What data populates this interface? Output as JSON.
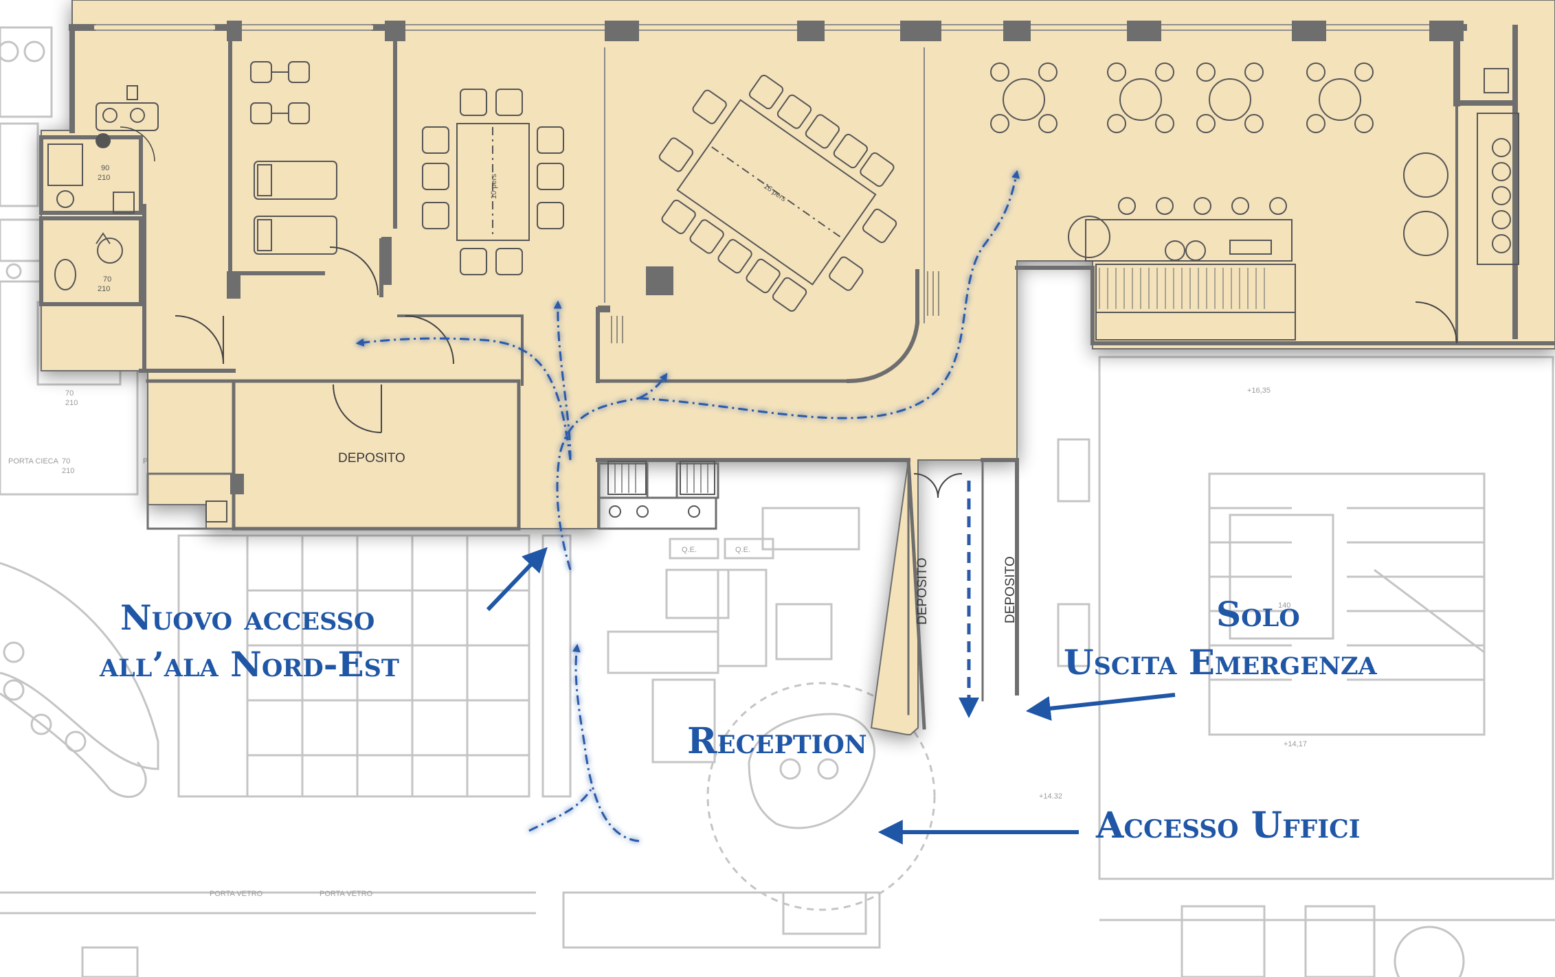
{
  "rooms": {
    "deposito_main": "DEPOSITO",
    "deposito_left": "DEPOSITO",
    "deposito_right": "DEPOSITO",
    "meeting_small": "10 pers",
    "meeting_large": "16 pers",
    "porta_cieca": "PORTA CIECA",
    "porta_vetro": "PORTA VETRO",
    "qe": "Q.E."
  },
  "dimensions": {
    "door_90": "90",
    "door_210": "210",
    "door_70": "70"
  },
  "elevations": {
    "e1": "+16,35",
    "e2": "+14,17",
    "e3": "+14.32",
    "e4": "140"
  },
  "callouts": {
    "nuovo_line1": "Nuovo accesso",
    "nuovo_line2": "all’ala Nord-Est",
    "solo_line1": "Solo",
    "solo_line2": "Uscita Emergenza",
    "reception": "Reception",
    "accesso_uffici": "Accesso Uffici"
  },
  "colors": {
    "floor": "#f4e2bb",
    "wall": "#6e6e6e",
    "faint": "#c4c4c4",
    "accent": "#1f56a5",
    "path": "#2a5aa8"
  }
}
